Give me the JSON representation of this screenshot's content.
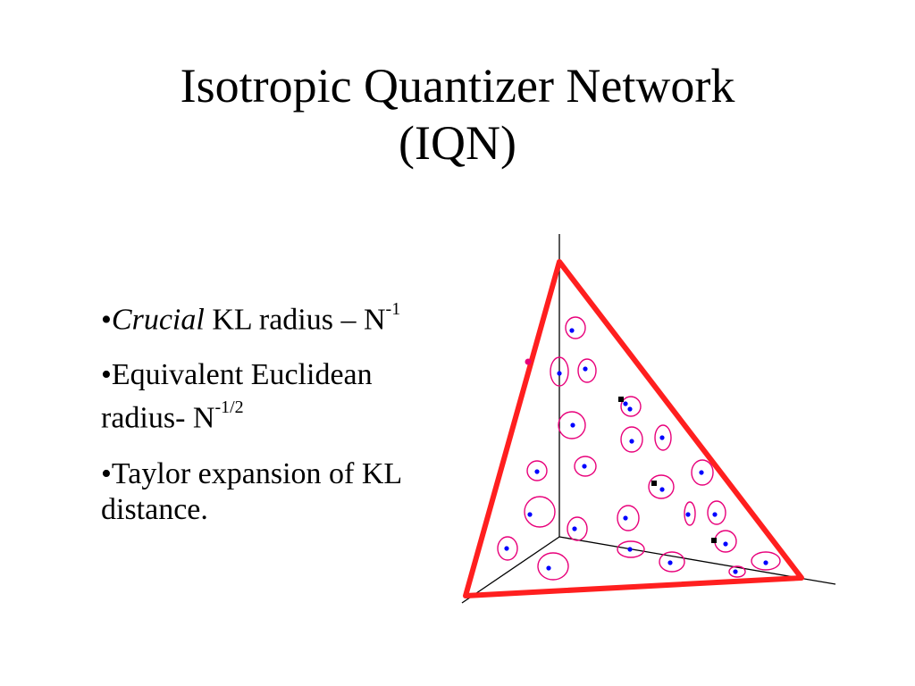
{
  "slide": {
    "title_line1": "Isotropic Quantizer Network",
    "title_line2": "(IQN)",
    "bullets": [
      {
        "prefix": "•",
        "italic": "Crucial",
        "text": " KL radius – N",
        "sup": "-1"
      },
      {
        "prefix": "•",
        "text_a": "Equivalent Euclidean",
        "text_b": "radius- N",
        "sup": "-1/2"
      },
      {
        "prefix": "•",
        "text_a": "Taylor expansion of KL",
        "text_b": "distance."
      }
    ]
  },
  "colors": {
    "simplex_edge": "#ff1f1f",
    "axis": "#000000",
    "circle": "#e8007a",
    "center_dot": "#0000ff",
    "marker": "#000000"
  }
}
